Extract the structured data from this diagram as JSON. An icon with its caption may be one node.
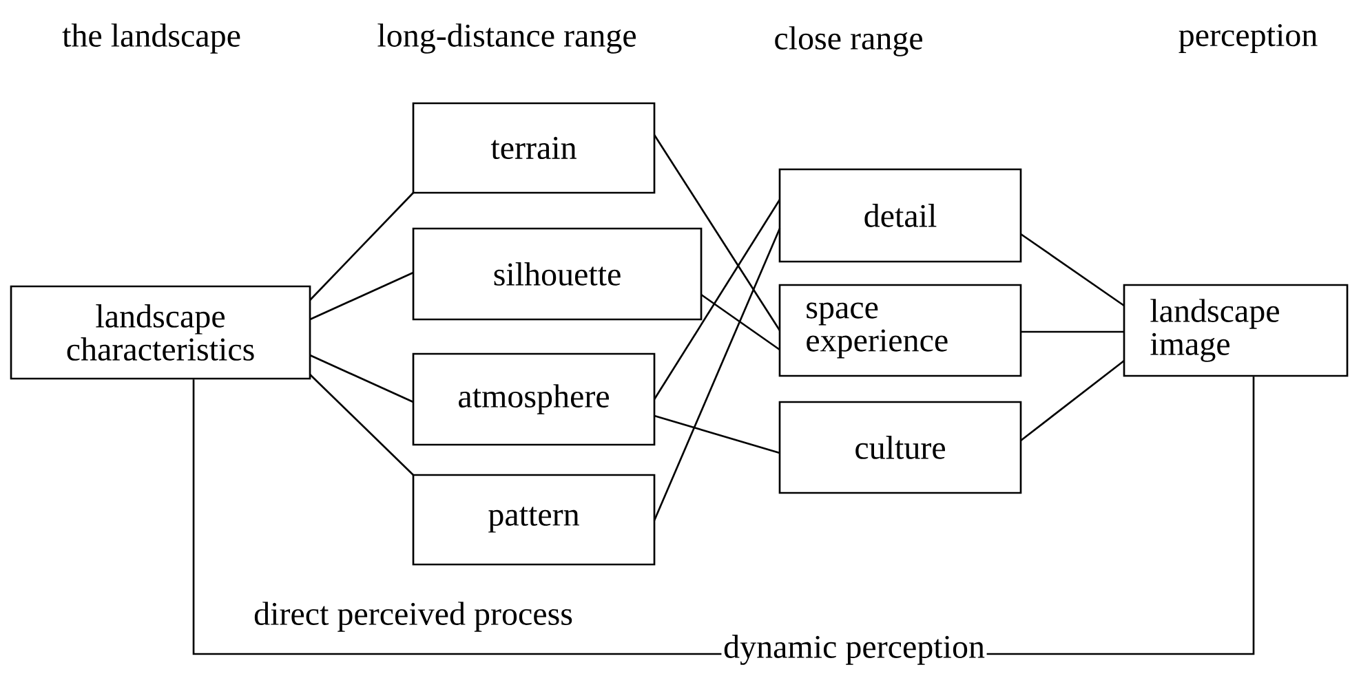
{
  "diagram": {
    "nodes": [
      {
        "text": [
          "landscape characteristics"
        ]
      },
      {
        "text": [
          "terrain"
        ]
      },
      {
        "text": [
          "silhouette"
        ]
      },
      {
        "text": [
          "atmosphere"
        ]
      },
      {
        "text": [
          "pattern"
        ]
      },
      {
        "text": [
          "detail"
        ]
      },
      {
        "text": [
          "space experience"
        ]
      },
      {
        "text": [
          "culture"
        ]
      },
      {
        "text": [
          "landscape image"
        ]
      }
    ],
    "edges": [
      {
        "from": 0,
        "to": 1,
        "arrow": "none"
      },
      {
        "from": 0,
        "to": 2,
        "arrow": "none"
      },
      {
        "from": 0,
        "to": 3,
        "arrow": "none"
      },
      {
        "from": 0,
        "to": 4,
        "arrow": "none"
      },
      {
        "from": 1,
        "to": 6,
        "arrow": "none"
      },
      {
        "from": 2,
        "to": 6,
        "arrow": "none"
      },
      {
        "from": 3,
        "to": 5,
        "arrow": "none"
      },
      {
        "from": 3,
        "to": 7,
        "arrow": "none"
      },
      {
        "from": 4,
        "to": 5,
        "arrow": "none"
      },
      {
        "from": 5,
        "to": 8,
        "arrow": "none"
      },
      {
        "from": 6,
        "to": 8,
        "arrow": "none"
      },
      {
        "from": 7,
        "to": 8,
        "arrow": "none"
      },
      {
        "from": 0,
        "to": 8,
        "arrow": "none",
        "label": "dynamic perception"
      }
    ],
    "labels": [
      "the landscape",
      "long-distance range",
      "close range",
      "perception",
      "direct perceived process"
    ]
  }
}
